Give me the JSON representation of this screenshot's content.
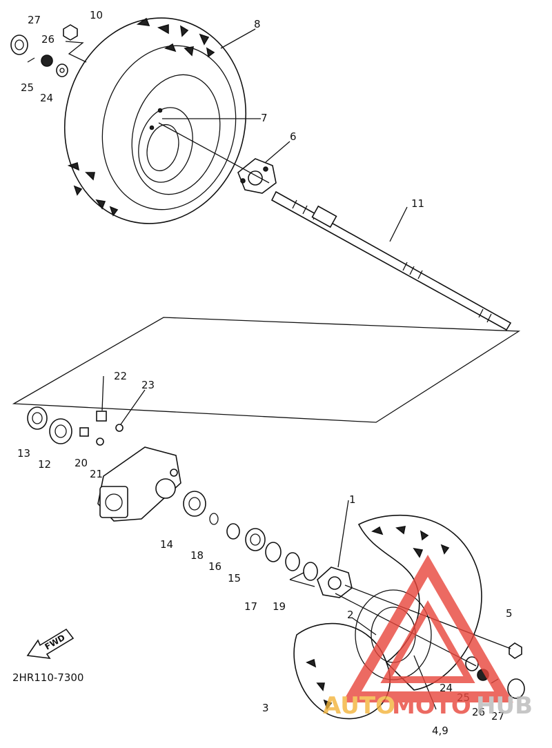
{
  "diagram_code": "2HR110-7300",
  "fwd_label": "FWD",
  "watermark": {
    "part1": "AUTO",
    "part2": "MOTO",
    "part3": "HUB",
    "color_accent": "#e8463c",
    "color_gray": "#b9b9b9"
  },
  "labels": {
    "p1": "1",
    "p2": "2",
    "p3": "3",
    "p4_9": "4,9",
    "p5": "5",
    "p6": "6",
    "p7": "7",
    "p8": "8",
    "p10": "10",
    "p11": "11",
    "p12": "12",
    "p13": "13",
    "p14": "14",
    "p15": "15",
    "p16": "16",
    "p17": "17",
    "p18": "18",
    "p19": "19",
    "p20": "20",
    "p21": "21",
    "p22": "22",
    "p23": "23",
    "p24_top": "24",
    "p25_top": "25",
    "p26_top": "26",
    "p27_top": "27",
    "p24_bot": "24",
    "p25_bot": "25",
    "p26_bot": "26",
    "p27_bot": "27"
  }
}
